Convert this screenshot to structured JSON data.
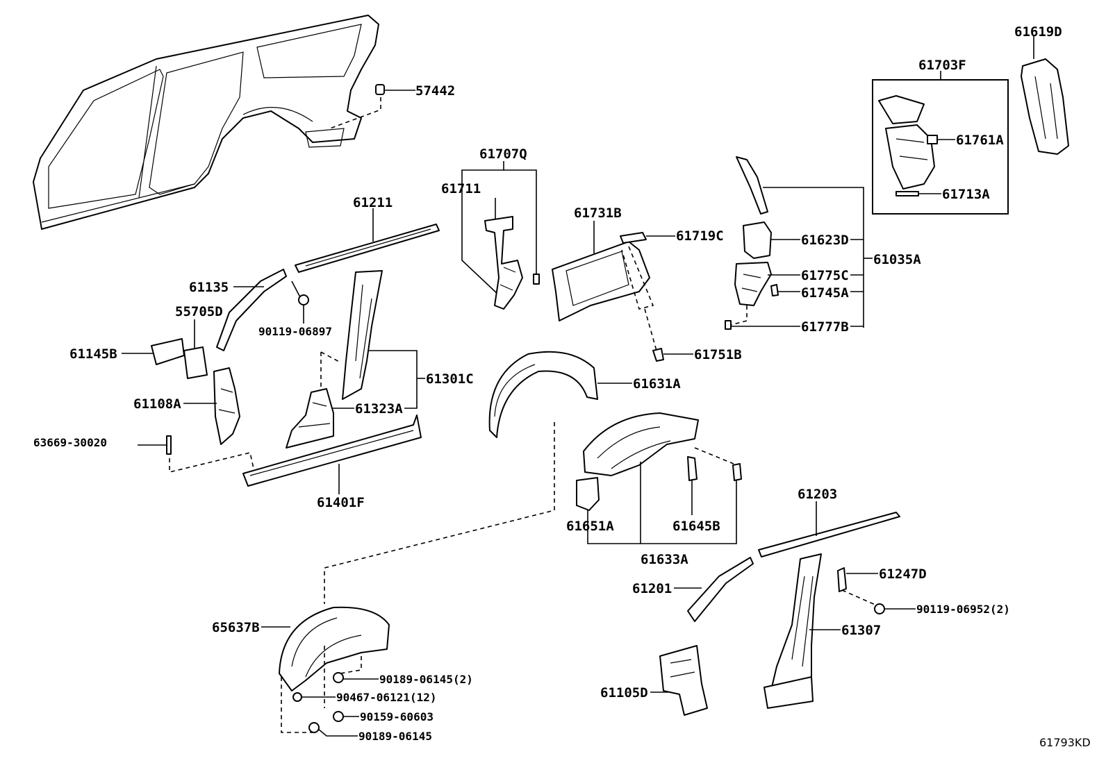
{
  "diagram_id": "61793KD",
  "labels": {
    "p57442": "57442",
    "p61619D": "61619D",
    "p61703F": "61703F",
    "p61761A": "61761A",
    "p61713A": "61713A",
    "p61707Q": "61707Q",
    "p61711": "61711",
    "p61211": "61211",
    "p61731B": "61731B",
    "p61719C": "61719C",
    "p61623D": "61623D",
    "p61035A": "61035A",
    "p61775C": "61775C",
    "p61745A": "61745A",
    "p61777B": "61777B",
    "p61135": "61135",
    "p55705D": "55705D",
    "p90119_06897": "90119-06897",
    "p61145B": "61145B",
    "p61301C": "61301C",
    "p61751B": "61751B",
    "p61631A": "61631A",
    "p61108A": "61108A",
    "p61323A": "61323A",
    "p63669_30020": "63669-30020",
    "p61401F": "61401F",
    "p61651A": "61651A",
    "p61645B": "61645B",
    "p61633A": "61633A",
    "p61203": "61203",
    "p61247D": "61247D",
    "p61201": "61201",
    "p90119_06952": "90119-06952(2)",
    "p61307": "61307",
    "p65637B": "65637B",
    "p90189_06145_2": "90189-06145(2)",
    "p90467_06121": "90467-06121(12)",
    "p90159_60603": "90159-60603",
    "p90189_06145": "90189-06145",
    "p61105D": "61105D"
  }
}
